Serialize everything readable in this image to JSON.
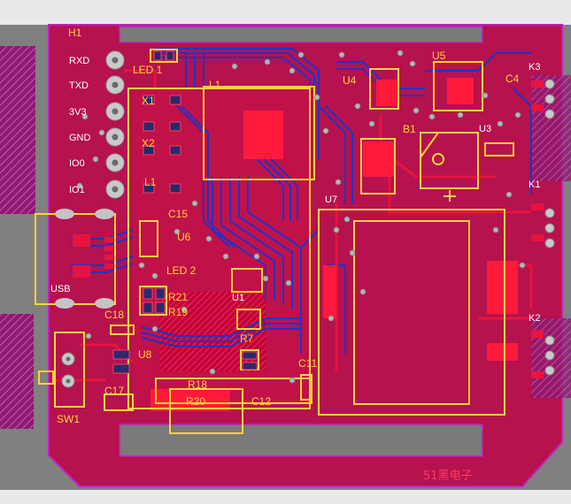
{
  "board": {
    "brand": "51黑电子",
    "colors": {
      "background": "#e9e9e9",
      "board": "#b5124e",
      "copper_top": "#e8133f",
      "copper_bottom": "#1d34c8",
      "silkscreen": "#ffd23c",
      "keepout": "#c000c0",
      "edge": "#c020c0"
    }
  },
  "labels": {
    "h1": "H1",
    "led1": "LED 1",
    "l1": "L1",
    "u4": "U4",
    "u5": "U5",
    "c4": "C4",
    "k3": "K3",
    "b1": "B1",
    "u3": "U3",
    "x1": "X1",
    "x2": "X2",
    "l1b": "L1",
    "k1": "K1",
    "c15": "C15",
    "u7": "U7",
    "u6": "U6",
    "usb": "USB",
    "led2": "LED 2",
    "r21": "R21",
    "r19": "R19",
    "u1": "U1",
    "c18": "C18",
    "r7": "R7",
    "k2": "K2",
    "u8": "U8",
    "c11": "C11",
    "r18": "R18",
    "c17": "C17",
    "r20": "R20",
    "sw1": "SW1",
    "c12": "C12"
  },
  "header_pins": [
    "RXD",
    "TXD",
    "3V3",
    "GND",
    "IO0",
    "IO1"
  ]
}
